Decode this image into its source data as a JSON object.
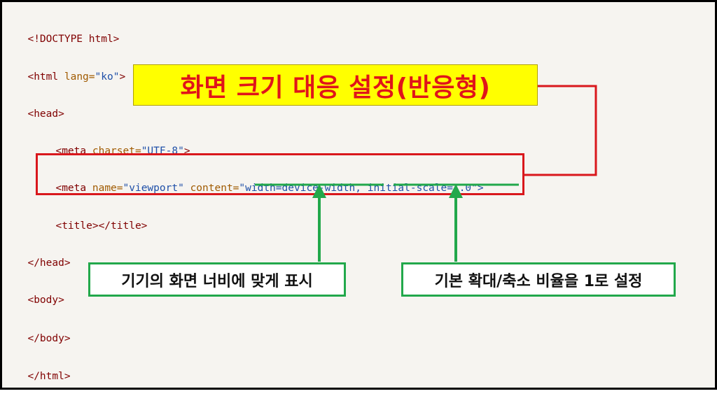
{
  "code": {
    "line1": "<!DOCTYPE html>",
    "html_open_tag": "<html",
    "html_lang_attr": "lang=",
    "html_lang_value": "\"ko\"",
    "html_close_bracket": ">",
    "head_open": "<head>",
    "meta_charset_tag": "<meta",
    "meta_charset_attr": "charset=",
    "meta_charset_value": "\"UTF-8\"",
    "meta_charset_close": ">",
    "meta_viewport_tag": "<meta",
    "meta_name_attr": "name=",
    "meta_name_value": "\"viewport\"",
    "meta_content_attr": "content=",
    "meta_content_quote": "\"",
    "meta_content_width": "width=device-width,",
    "meta_content_scale": "initial-scale=1.0",
    "meta_content_end": "\">",
    "title_tags": "<title></title>",
    "head_close": "</head>",
    "body_open": "<body>",
    "body_close": "</body>",
    "html_close": "</html>"
  },
  "annotations": {
    "title": "화면 크기 대응 설정(반응형)",
    "note_width": "기기의 화면 너비에 맞게 표시",
    "note_scale": "기본 확대/축소 비율을 1로 설정"
  },
  "colors": {
    "frame_border": "#000000",
    "background": "#f6f4f0",
    "title_background": "#ffff00",
    "title_text": "#e0141a",
    "highlight_box": "#d9171c",
    "annotation_green": "#22a84b"
  }
}
